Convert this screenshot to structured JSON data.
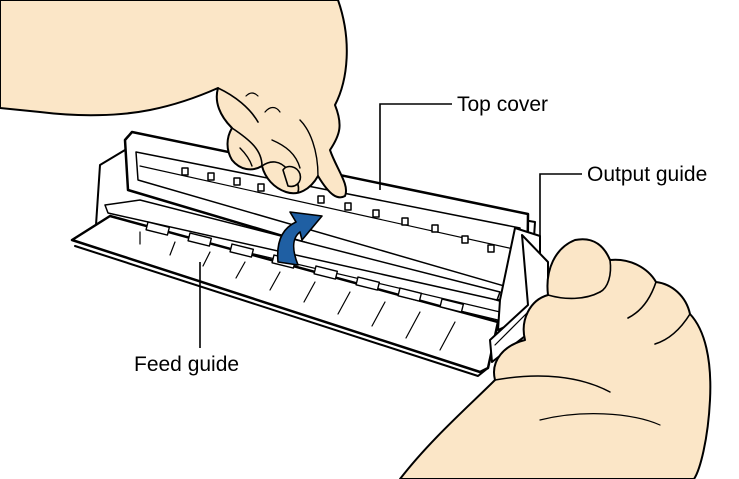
{
  "callouts": {
    "top_cover": "Top cover",
    "output_guide": "Output guide",
    "feed_guide": "Feed guide"
  },
  "colors": {
    "skin": "#fbe6c7",
    "outline": "#000000",
    "scanner_body": "#ffffff",
    "arrow": "#1f5fa3"
  },
  "icons": {
    "direction": "curved-up-arrow"
  }
}
